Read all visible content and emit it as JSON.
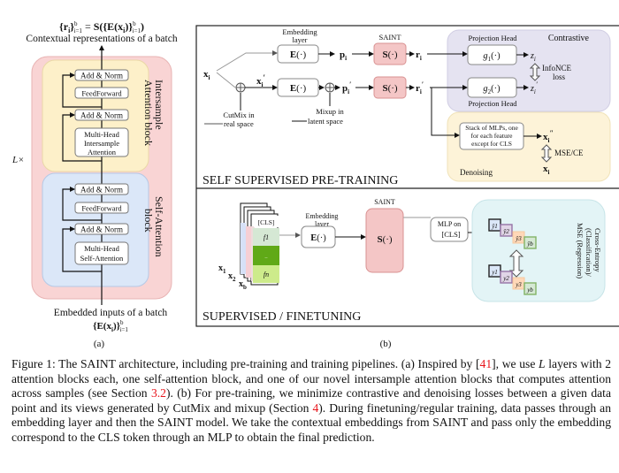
{
  "panel_a": {
    "top_formula": "{r_i}_{i=1}^b = S({E(x_i)}_{i=1}^b)",
    "top_formula_parts": {
      "lhs": "{r",
      "sub_i": "i",
      "rest_lhs": "}",
      "bounds": "b",
      "bounds_low": "i=1",
      "eq": " = S({E(x",
      "rhs_close": ")}",
      "rhs_end": ")"
    },
    "top_label": "Contextual representations of a batch",
    "layers_label": "L×",
    "intersample_block": {
      "title_line1": "Intersample",
      "title_line2": "Attention block",
      "boxes": [
        "Add & Norm",
        "FeedForward",
        "Add & Norm"
      ],
      "attention_box": [
        "Multi-Head",
        "Intersample",
        "Attention"
      ]
    },
    "self_attention_block": {
      "title_line1": "Self-Attention",
      "title_line2": "block",
      "boxes": [
        "Add & Norm",
        "FeedForward",
        "Add & Norm"
      ],
      "attention_box": [
        "Multi-Head",
        "Self-Attention"
      ]
    },
    "bottom_label": "Embedded inputs of a batch",
    "bottom_formula": "{E(x_i)}_{i=1}^b",
    "sublabel": "(a)"
  },
  "panel_b": {
    "pretraining": {
      "title": "SELF SUPERVISED PRE-TRAINING",
      "input": "x_i",
      "input_aug": "x_i'",
      "embedding_layer_label": [
        "Embedding",
        "layer"
      ],
      "embed_fn": "E(·)",
      "p": "p_i",
      "p_aug": "p'_i",
      "saint_label": "SAINT",
      "saint_fn": "S(·)",
      "r": "r_i",
      "r_aug": "r'_i",
      "cutmix_label": [
        "CutMix in",
        "real space"
      ],
      "mixup_label": [
        "Mixup in",
        "latent space"
      ],
      "contrastive": {
        "title": "Contrastive",
        "proj_head_top": "Projection Head",
        "proj_head_bottom": "Projection Head",
        "g1": "g1(·)",
        "g2": "g2(·)",
        "z": "z_i",
        "z_aug": "z'_i",
        "loss": [
          "InfoNCE",
          "loss"
        ]
      },
      "denoising": {
        "title": "Denoising",
        "mlp_box": [
          "Stack of MLPs, one",
          "for each feature",
          "except for CLS"
        ],
        "x_recon": "x''_i",
        "x_orig": "x_i",
        "loss": "MSE/CE"
      }
    },
    "finetuning": {
      "title": "SUPERVISED / FINETUNING",
      "cls_token": "[CLS]",
      "features": [
        "f1",
        "..",
        "fn"
      ],
      "batch_labels": [
        "x1",
        "x2",
        "xb"
      ],
      "embedding_layer_label": [
        "Embedding",
        "layer"
      ],
      "embed_fn": "E(·)",
      "saint_label": "SAINT",
      "saint_fn": "S(·)",
      "mlp_box": [
        "MLP on",
        "[CLS]"
      ],
      "preds": [
        "ŷ1",
        "ŷ2",
        "ŷ3",
        "ŷb"
      ],
      "targets": [
        "y1",
        "y2",
        "y3",
        "yb"
      ],
      "loss_label": [
        "Cross-Entropy",
        "(Classification)/",
        "MSE (Regression)"
      ]
    },
    "sublabel": "(b)"
  },
  "caption": {
    "part1": "Figure 1: The SAINT architecture, including pre-training and training pipelines. (a) Inspired by [",
    "ref1": "41",
    "part2": "], we use ",
    "L": "L",
    "part3": " layers with 2 attention blocks each, one self-attention block, and one of our novel intersample attention blocks that computes attention across samples (see Section ",
    "ref2": "3.2",
    "part4": "). (b) For pre-training, we minimize contrastive and denoising losses between a given data point and its views generated by CutMix and mixup (Section ",
    "ref3": "4",
    "part5": "). During finetuning/regular training, data passes through an embedding layer and then the SAINT model. We take the contextual embeddings from SAINT and pass only the embedding correspond to the CLS token through an MLP to obtain the final prediction."
  },
  "colors": {
    "outer_pink": "#f9d4d4",
    "intersample_yellow": "#fdf0c9",
    "self_attn_blue": "#dbe7f8",
    "saint_red": "#f4c6c6",
    "contrastive_purple": "#e5e3f1",
    "denoise_yellow": "#fdf3d8",
    "loss_cyan": "#e3f4f6",
    "ref_red": "#e8151b"
  }
}
